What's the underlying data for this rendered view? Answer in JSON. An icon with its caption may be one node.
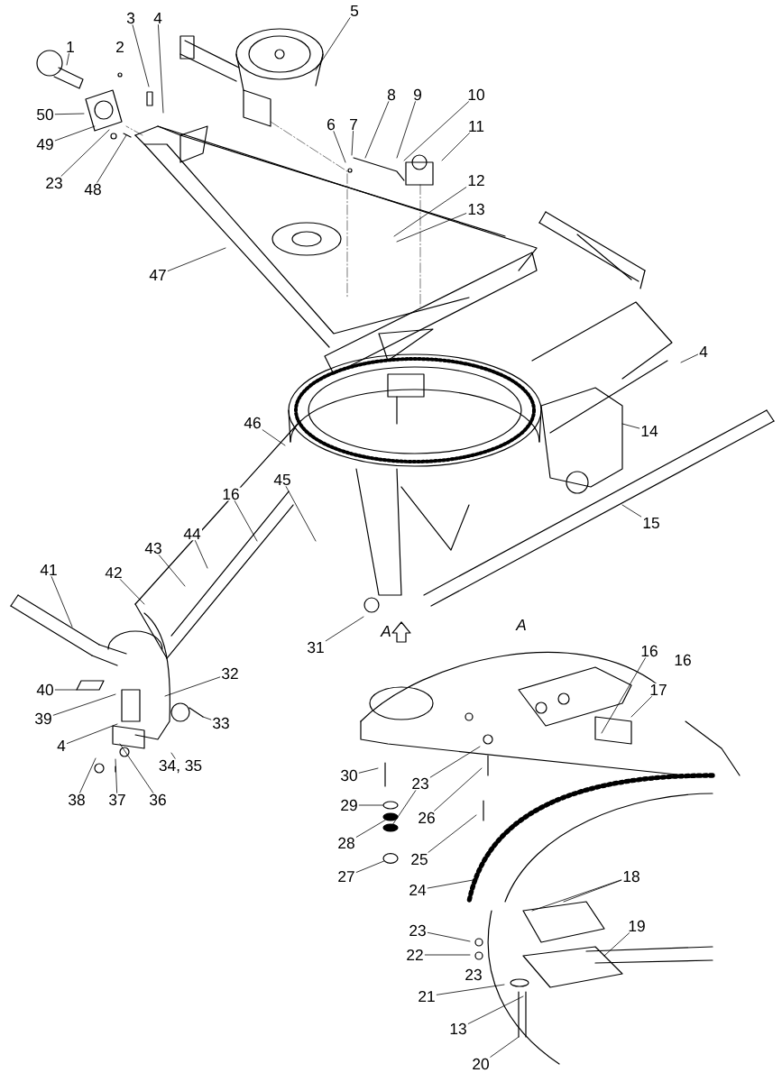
{
  "diagram": {
    "nodes": [
      {
        "text": [
          "3"
        ]
      },
      {
        "text": [
          "4"
        ]
      },
      {
        "text": [
          "5"
        ]
      },
      {
        "text": [
          "1"
        ]
      },
      {
        "text": [
          "2"
        ]
      },
      {
        "text": [
          "8"
        ]
      },
      {
        "text": [
          "9"
        ]
      },
      {
        "text": [
          "10"
        ]
      },
      {
        "text": [
          "50"
        ]
      },
      {
        "text": [
          "6"
        ]
      },
      {
        "text": [
          "7"
        ]
      },
      {
        "text": [
          "11"
        ]
      },
      {
        "text": [
          "49"
        ]
      },
      {
        "text": [
          "12"
        ]
      },
      {
        "text": [
          "23"
        ]
      },
      {
        "text": [
          "48"
        ]
      },
      {
        "text": [
          "13"
        ]
      },
      {
        "text": [
          "47"
        ]
      },
      {
        "text": [
          "4"
        ]
      },
      {
        "text": [
          "46"
        ]
      },
      {
        "text": [
          "14"
        ]
      },
      {
        "text": [
          "45"
        ]
      },
      {
        "text": [
          "16"
        ]
      },
      {
        "text": [
          "15"
        ]
      },
      {
        "text": [
          "44"
        ]
      },
      {
        "text": [
          "43"
        ]
      },
      {
        "text": [
          "41"
        ]
      },
      {
        "text": [
          "42"
        ]
      },
      {
        "text": [
          "31"
        ]
      },
      {
        "text": [
          "16"
        ]
      },
      {
        "text": [
          "16"
        ]
      },
      {
        "text": [
          "32"
        ]
      },
      {
        "text": [
          "40"
        ]
      },
      {
        "text": [
          "17"
        ]
      },
      {
        "text": [
          "39"
        ]
      },
      {
        "text": [
          "33"
        ]
      },
      {
        "text": [
          "4"
        ]
      },
      {
        "text": [
          "34, 35"
        ]
      },
      {
        "text": [
          "30"
        ]
      },
      {
        "text": [
          "23"
        ]
      },
      {
        "text": [
          "38"
        ]
      },
      {
        "text": [
          "37"
        ]
      },
      {
        "text": [
          "36"
        ]
      },
      {
        "text": [
          "29"
        ]
      },
      {
        "text": [
          "26"
        ]
      },
      {
        "text": [
          "28"
        ]
      },
      {
        "text": [
          "25"
        ]
      },
      {
        "text": [
          "27"
        ]
      },
      {
        "text": [
          "18"
        ]
      },
      {
        "text": [
          "24"
        ]
      },
      {
        "text": [
          "19"
        ]
      },
      {
        "text": [
          "23"
        ]
      },
      {
        "text": [
          "22"
        ]
      },
      {
        "text": [
          "21"
        ]
      },
      {
        "text": [
          "13"
        ]
      },
      {
        "text": [
          "20"
        ]
      },
      {
        "text": [],
        "shape": "circle"
      },
      {
        "text": [],
        "shape": "circle"
      },
      {
        "text": [],
        "shape": "circle"
      },
      {
        "text": [],
        "shape": "circle"
      }
    ],
    "edges": [
      {
        "from": 0,
        "to": null,
        "arrow": "none"
      },
      {
        "from": 1,
        "to": null,
        "arrow": "none"
      },
      {
        "from": 2,
        "to": null,
        "arrow": "none"
      },
      {
        "from": 3,
        "to": null,
        "arrow": "none"
      },
      {
        "from": 5,
        "to": null,
        "arrow": "none"
      },
      {
        "from": 6,
        "to": null,
        "arrow": "none"
      },
      {
        "from": 7,
        "to": null,
        "arrow": "none"
      },
      {
        "from": 8,
        "to": null,
        "arrow": "none"
      },
      {
        "from": 9,
        "to": null,
        "arrow": "none"
      },
      {
        "from": 10,
        "to": null,
        "arrow": "none"
      },
      {
        "from": 11,
        "to": null,
        "arrow": "none"
      },
      {
        "from": 12,
        "to": null,
        "arrow": "none"
      },
      {
        "from": 13,
        "to": null,
        "arrow": "none"
      },
      {
        "from": 14,
        "to": null,
        "arrow": "none"
      },
      {
        "from": 15,
        "to": null,
        "arrow": "none"
      },
      {
        "from": 16,
        "to": null,
        "arrow": "none"
      },
      {
        "from": 17,
        "to": null,
        "arrow": "none"
      },
      {
        "from": 18,
        "to": null,
        "arrow": "none"
      },
      {
        "from": 19,
        "to": null,
        "arrow": "none"
      },
      {
        "from": 20,
        "to": null,
        "arrow": "none"
      },
      {
        "from": 21,
        "to": null,
        "arrow": "none"
      },
      {
        "from": 22,
        "to": null,
        "arrow": "none"
      },
      {
        "from": 23,
        "to": null,
        "arrow": "none"
      },
      {
        "from": 24,
        "to": null,
        "arrow": "none"
      },
      {
        "from": 25,
        "to": null,
        "arrow": "none"
      },
      {
        "from": 26,
        "to": null,
        "arrow": "none"
      },
      {
        "from": 27,
        "to": null,
        "arrow": "none"
      },
      {
        "from": 28,
        "to": null,
        "arrow": "none"
      },
      {
        "from": 29,
        "to": null,
        "arrow": "none"
      },
      {
        "from": 31,
        "to": null,
        "arrow": "none"
      },
      {
        "from": 32,
        "to": null,
        "arrow": "none"
      },
      {
        "from": 33,
        "to": null,
        "arrow": "none"
      },
      {
        "from": 34,
        "to": null,
        "arrow": "none"
      },
      {
        "from": 35,
        "to": null,
        "arrow": "none"
      },
      {
        "from": 36,
        "to": null,
        "arrow": "none"
      },
      {
        "from": 37,
        "to": null,
        "arrow": "none"
      },
      {
        "from": 38,
        "to": null,
        "arrow": "none"
      },
      {
        "from": 39,
        "to": null,
        "arrow": "none"
      },
      {
        "from": 39,
        "to": 58,
        "arrow": "none"
      },
      {
        "from": 40,
        "to": null,
        "arrow": "none"
      },
      {
        "from": 41,
        "to": null,
        "arrow": "none"
      },
      {
        "from": 42,
        "to": null,
        "arrow": "none"
      },
      {
        "from": 43,
        "to": 56,
        "arrow": "none"
      },
      {
        "from": 44,
        "to": null,
        "arrow": "none"
      },
      {
        "from": 45,
        "to": 57,
        "arrow": "none"
      },
      {
        "from": 46,
        "to": null,
        "arrow": "none"
      },
      {
        "from": 47,
        "to": 59,
        "arrow": "none"
      },
      {
        "from": 48,
        "to": null,
        "arrow": "none"
      },
      {
        "from": 48,
        "to": null,
        "arrow": "none"
      },
      {
        "from": 49,
        "to": null,
        "arrow": "none"
      },
      {
        "from": 50,
        "to": null,
        "arrow": "none"
      },
      {
        "from": 51,
        "to": null,
        "arrow": "none"
      },
      {
        "from": 52,
        "to": null,
        "arrow": "none"
      },
      {
        "from": 53,
        "to": null,
        "arrow": "none"
      },
      {
        "from": 54,
        "to": null,
        "arrow": "none"
      },
      {
        "from": 55,
        "to": null,
        "arrow": "none"
      }
    ],
    "labels": [
      "A",
      "A",
      "23"
    ]
  }
}
